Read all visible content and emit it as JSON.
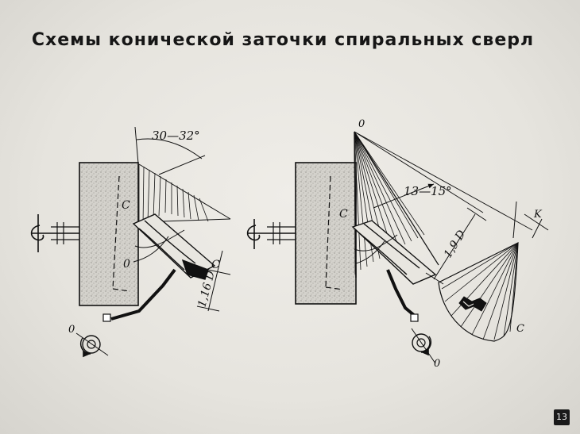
{
  "title": "Схемы конической заточки спиральных сверл",
  "frame_number": "13",
  "left_scheme": {
    "angle_label": "30—32°",
    "label_c_upper": "C",
    "label_o_mid": "0",
    "label_c_lower": "C",
    "dimension_label": "1,16 D",
    "label_o_rotation": "0"
  },
  "right_scheme": {
    "label_o_apex": "0",
    "angle_label": "13—15°",
    "label_c_wheel": "C",
    "dimension_label": "1,9 D",
    "label_k": "K",
    "label_c_cone": "C",
    "label_o_rotation": "0"
  }
}
